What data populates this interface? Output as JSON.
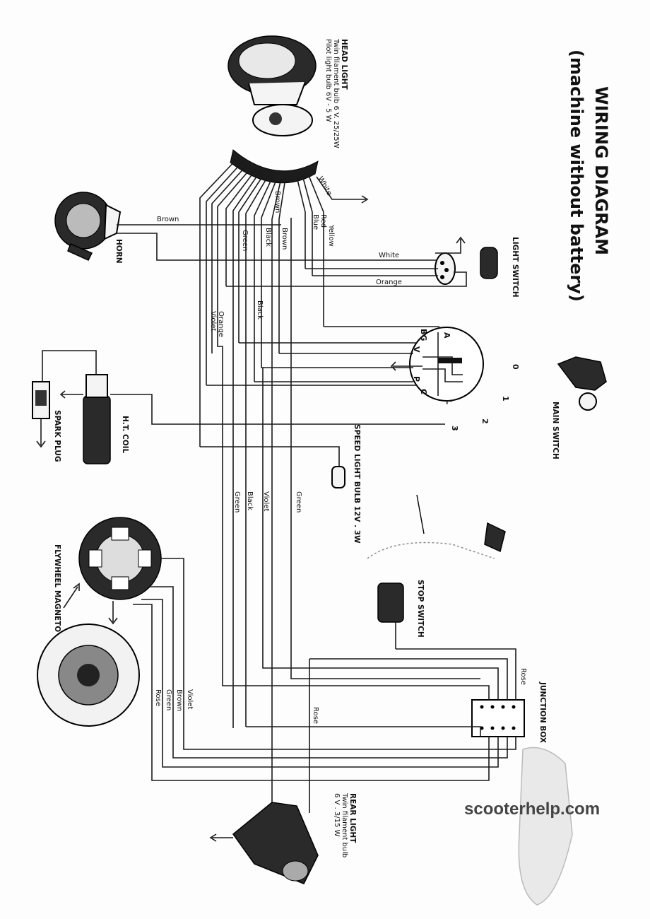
{
  "title": {
    "line1": "WIRING DIAGRAM",
    "line2": "(machine without battery)"
  },
  "components": {
    "head_light": {
      "name": "HEAD LIGHT",
      "spec1": "Twin filament bulb 6 V. 25/25W",
      "spec2": "Pilot light bulb 6V - 5 W"
    },
    "horn": {
      "name": "HORN"
    },
    "light_switch": {
      "name": "LIGHT SWITCH"
    },
    "main_switch": {
      "name": "MAIN SWITCH",
      "positions": [
        "0",
        "1",
        "2",
        "3"
      ],
      "terminals": [
        "A",
        "BG",
        "V",
        "P",
        "C",
        "L"
      ]
    },
    "ht_coil": {
      "name": "H.T. COIL"
    },
    "spark_plug": {
      "name": "SPARK PLUG"
    },
    "speed_light": {
      "name": "SPEED LIGHT BULB 12V . 3W"
    },
    "stop_switch": {
      "name": "STOP SWITCH"
    },
    "junction_box": {
      "name": "JUNCTION BOX"
    },
    "flywheel_magneto": {
      "name": "FLYWHEEL MAGNETO"
    },
    "rear_light": {
      "name": "REAR LIGHT",
      "spec1": "Twin filament bulb",
      "spec2": "6 V . 3/15 W"
    }
  },
  "wire_labels": {
    "white_top": "White",
    "brown_top": "Brown",
    "yellow": "Yellow",
    "red": "Red",
    "blue": "Blue",
    "brown_horn": "Brown",
    "green_a": "Green",
    "black_a": "Black",
    "brown_b": "Brown",
    "white_ls": "White",
    "orange_ls": "Orange",
    "black_b": "Black",
    "orange_b": "Orange",
    "violet_a": "Violet",
    "green_mid": "Green",
    "violet_mid": "Violet",
    "black_mid": "Black",
    "green_low": "Green",
    "rose_jb": "Rose",
    "violet_mag": "Violet",
    "brown_mag": "Brown",
    "green_mag": "Green",
    "rose_mag": "Rose",
    "rose_rear": "Rose"
  },
  "watermark": "scooterhelp.com"
}
